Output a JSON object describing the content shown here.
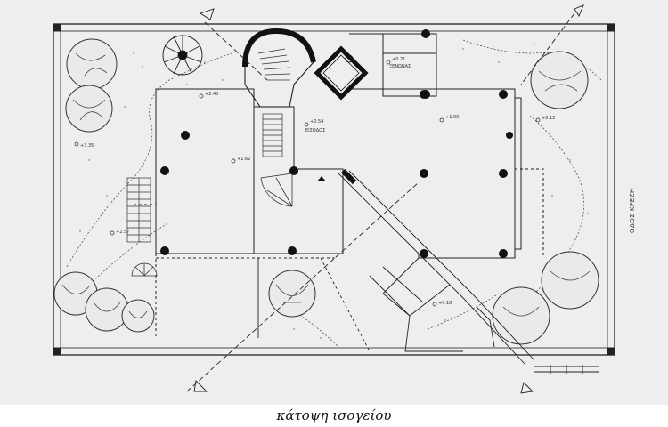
{
  "caption": "κάτοψη ισογείου",
  "labels": {
    "entrance": "ΕΙΣΟΔΟΣ",
    "guest": "ΞΕΝΩΝΑΣ",
    "street": "ΟΔΟΣ ΚΡΕΖΗ",
    "lvl_entrance": "+0.54",
    "lvl_guest": "+0.21",
    "lvl_main_right": "+1.00",
    "lvl_left": "+1.62",
    "lvl_right_garden": "+0.12",
    "lvl_top_left": "+2.40",
    "lvl_left_upper": "+3.35",
    "lvl_left_lower": "+2.57",
    "lvl_bottom_right": "+0.18"
  },
  "colors": {
    "background": "#eceef0",
    "ink": "#222222",
    "wall": "#111111"
  }
}
